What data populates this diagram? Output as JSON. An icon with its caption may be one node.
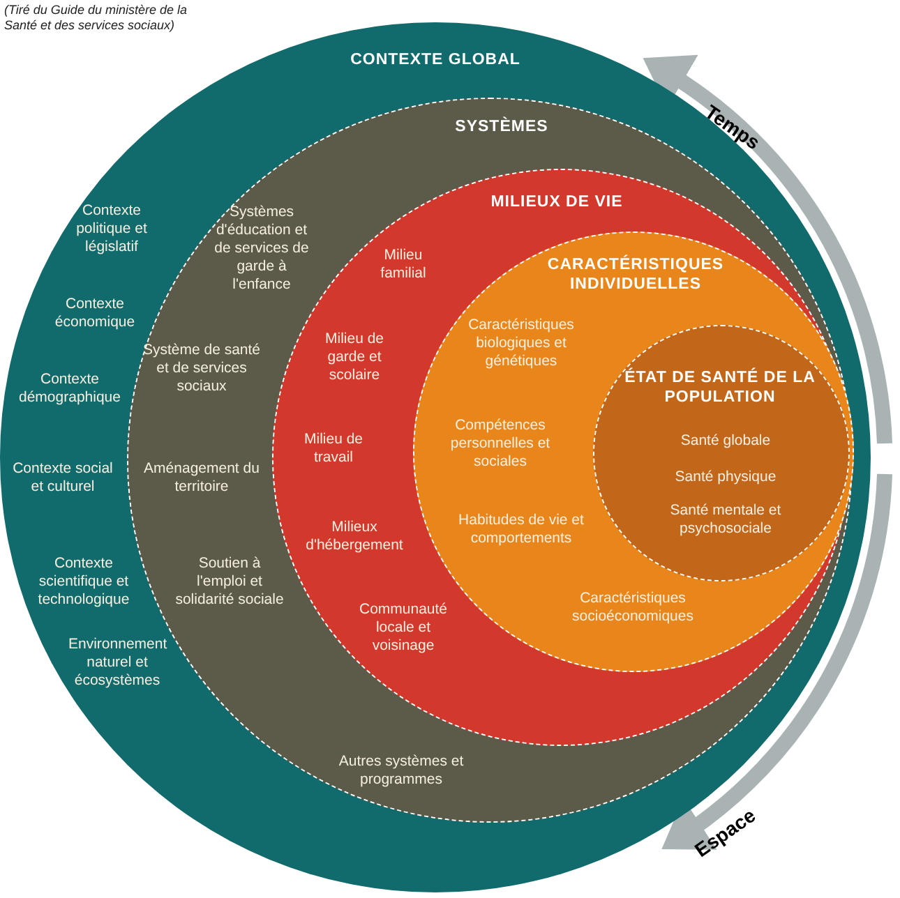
{
  "diagram": {
    "caption": "(Tiré du Guide du ministère de la Santé et des services sociaux)",
    "nodes": [
      {
        "text": [
          "CONTEXTE GLOBAL",
          "Contexte politique et législatif",
          "Contexte économique",
          "Contexte démographique",
          "Contexte social et culturel",
          "Contexte scientifique et technologique",
          "Environnement naturel et écosystèmes"
        ]
      },
      {
        "text": [
          "SYSTÈMES",
          "Systèmes d'éducation et de services de garde à l'enfance",
          "Système de santé et de services sociaux",
          "Aménagement du territoire",
          "Soutien à l'emploi et solidarité sociale",
          "Autres systèmes et programmes"
        ],
        "in": 0
      },
      {
        "text": [
          "MILIEUX DE VIE",
          "Milieu familial",
          "Milieu de garde et scolaire",
          "Milieu de travail",
          "Milieux d'hébergement",
          "Communauté locale et voisinage"
        ],
        "in": 1
      },
      {
        "text": [
          "CARACTÉRISTIQUES INDIVIDUELLES",
          "Caractéristiques biologiques et génétiques",
          "Compétences personnelles et sociales",
          "Habitudes de vie et comportements",
          "Caractéristiques socioéconomiques"
        ],
        "in": 2
      },
      {
        "text": [
          "ÉTAT DE SANTÉ DE LA POPULATION",
          "Santé globale",
          "Santé physique",
          "Santé mentale et psychosociale"
        ],
        "in": 3
      }
    ],
    "edges": [],
    "labels": [
      "Temps",
      "Espace"
    ]
  }
}
